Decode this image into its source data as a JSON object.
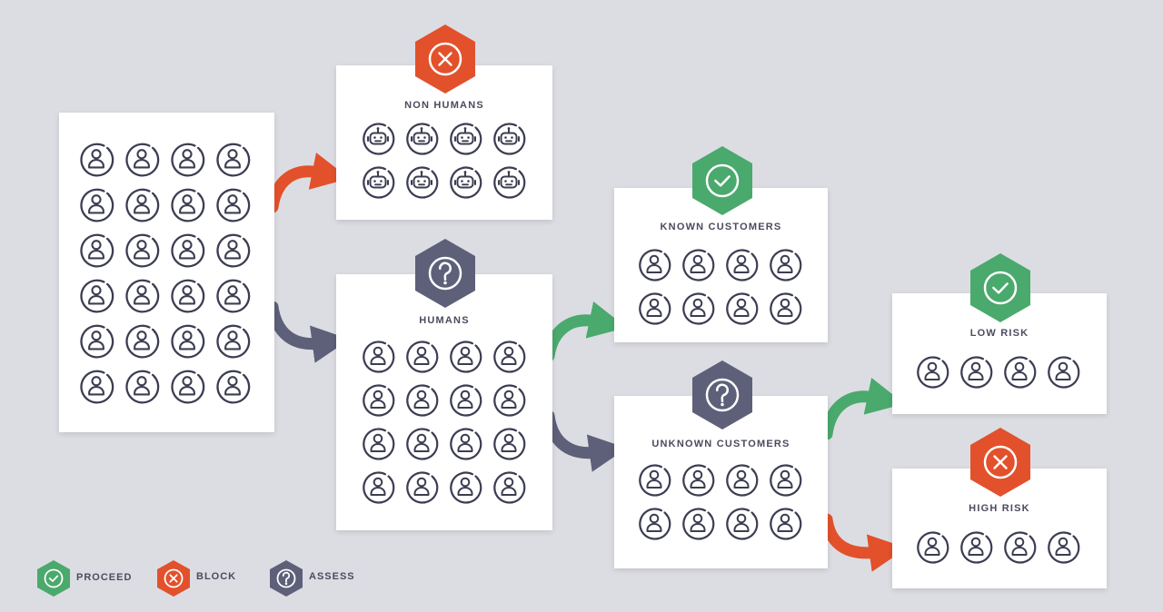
{
  "colors": {
    "proceed": "#4aa96c",
    "block": "#e2512b",
    "assess": "#5e6079",
    "icon_stroke": "#3c3d52"
  },
  "boxes": {
    "all_users": {
      "icon": "person-icon",
      "count": 24
    },
    "non_humans": {
      "title": "NON HUMANS",
      "status": "block",
      "icon": "robot-icon",
      "count": 8
    },
    "humans": {
      "title": "HUMANS",
      "status": "assess",
      "icon": "person-icon",
      "count": 16
    },
    "known_customers": {
      "title": "KNOWN CUSTOMERS",
      "status": "proceed",
      "icon": "person-icon",
      "count": 8
    },
    "unknown_customers": {
      "title": "UNKNOWN CUSTOMERS",
      "status": "assess",
      "icon": "person-icon",
      "count": 8
    },
    "low_risk": {
      "title": "LOW RISK",
      "status": "proceed",
      "icon": "person-icon",
      "count": 4
    },
    "high_risk": {
      "title": "HIGH RISK",
      "status": "block",
      "icon": "person-icon",
      "count": 4
    }
  },
  "legend": {
    "proceed": "PROCEED",
    "block": "BLOCK",
    "assess": "ASSESS"
  }
}
